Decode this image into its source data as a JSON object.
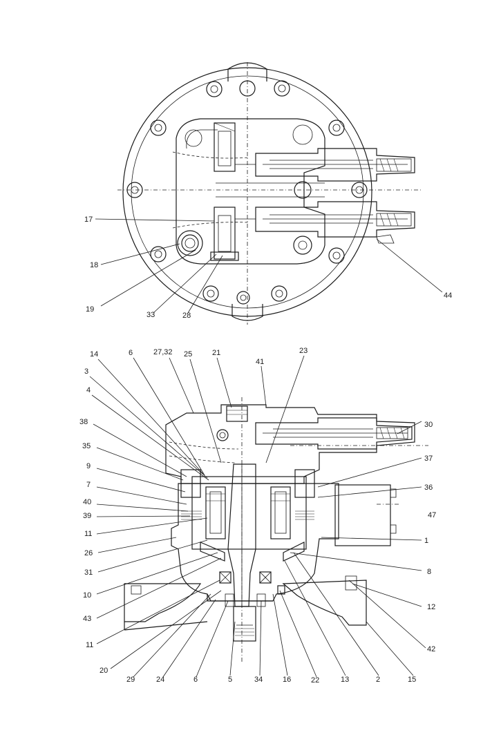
{
  "callouts": [
    {
      "id": "17",
      "text": "17"
    },
    {
      "id": "18",
      "text": "18"
    },
    {
      "id": "19",
      "text": "19"
    },
    {
      "id": "33",
      "text": "33"
    },
    {
      "id": "28",
      "text": "28"
    },
    {
      "id": "44",
      "text": "44"
    },
    {
      "id": "14",
      "text": "14"
    },
    {
      "id": "6a",
      "text": "6"
    },
    {
      "id": "27_32",
      "text": "27,32"
    },
    {
      "id": "25",
      "text": "25"
    },
    {
      "id": "21",
      "text": "21"
    },
    {
      "id": "41",
      "text": "41"
    },
    {
      "id": "23",
      "text": "23"
    },
    {
      "id": "3",
      "text": "3"
    },
    {
      "id": "4",
      "text": "4"
    },
    {
      "id": "38",
      "text": "38"
    },
    {
      "id": "30",
      "text": "30"
    },
    {
      "id": "35",
      "text": "35"
    },
    {
      "id": "37",
      "text": "37"
    },
    {
      "id": "9",
      "text": "9"
    },
    {
      "id": "36",
      "text": "36"
    },
    {
      "id": "7",
      "text": "7"
    },
    {
      "id": "40",
      "text": "40"
    },
    {
      "id": "47",
      "text": "47"
    },
    {
      "id": "39",
      "text": "39"
    },
    {
      "id": "11a",
      "text": "11"
    },
    {
      "id": "1",
      "text": "1"
    },
    {
      "id": "26",
      "text": "26"
    },
    {
      "id": "31",
      "text": "31"
    },
    {
      "id": "8",
      "text": "8"
    },
    {
      "id": "10",
      "text": "10"
    },
    {
      "id": "12",
      "text": "12"
    },
    {
      "id": "43",
      "text": "43"
    },
    {
      "id": "11b",
      "text": "11"
    },
    {
      "id": "42",
      "text": "42"
    },
    {
      "id": "20",
      "text": "20"
    },
    {
      "id": "29",
      "text": "29"
    },
    {
      "id": "24",
      "text": "24"
    },
    {
      "id": "6b",
      "text": "6"
    },
    {
      "id": "5",
      "text": "5"
    },
    {
      "id": "34",
      "text": "34"
    },
    {
      "id": "16",
      "text": "16"
    },
    {
      "id": "22",
      "text": "22"
    },
    {
      "id": "13",
      "text": "13"
    },
    {
      "id": "2",
      "text": "2"
    },
    {
      "id": "15",
      "text": "15"
    }
  ]
}
